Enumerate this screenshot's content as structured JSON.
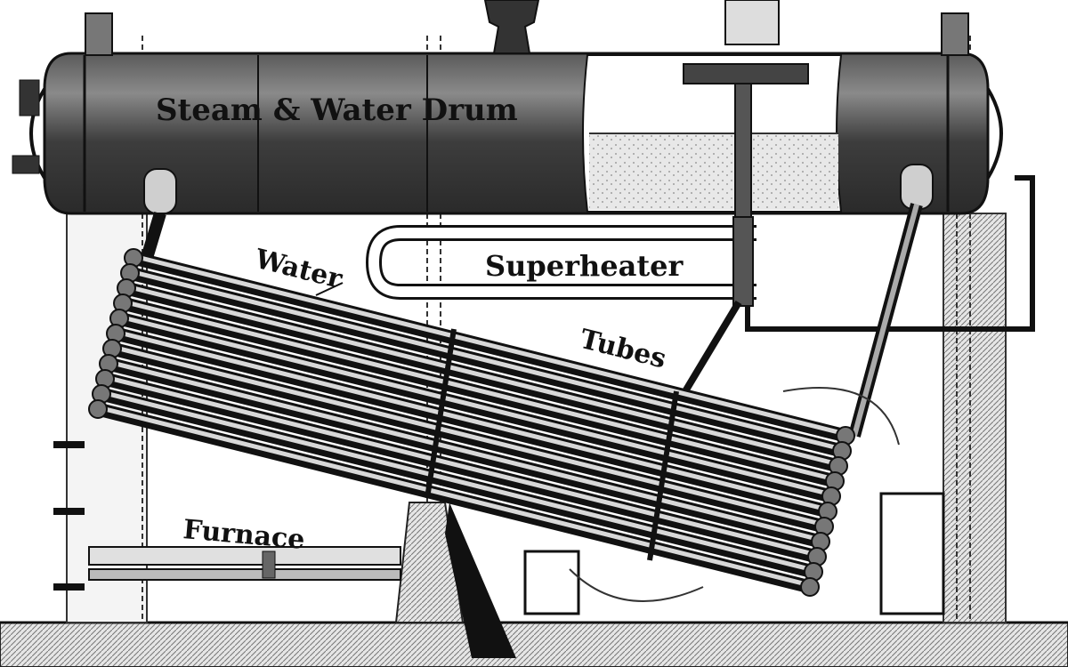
{
  "labels": {
    "drum": "Steam & Water Drum",
    "water": "Water",
    "superheater": "Superheater",
    "tubes": "Tubes",
    "furnace": "Furnace"
  },
  "colors": {
    "ink": "#111111",
    "drum_dark": "#4a4a4a",
    "drum_mid": "#7a7a7a",
    "tube_light": "#d8d8d8",
    "paper": "#ffffff"
  },
  "tube_rows": 11
}
